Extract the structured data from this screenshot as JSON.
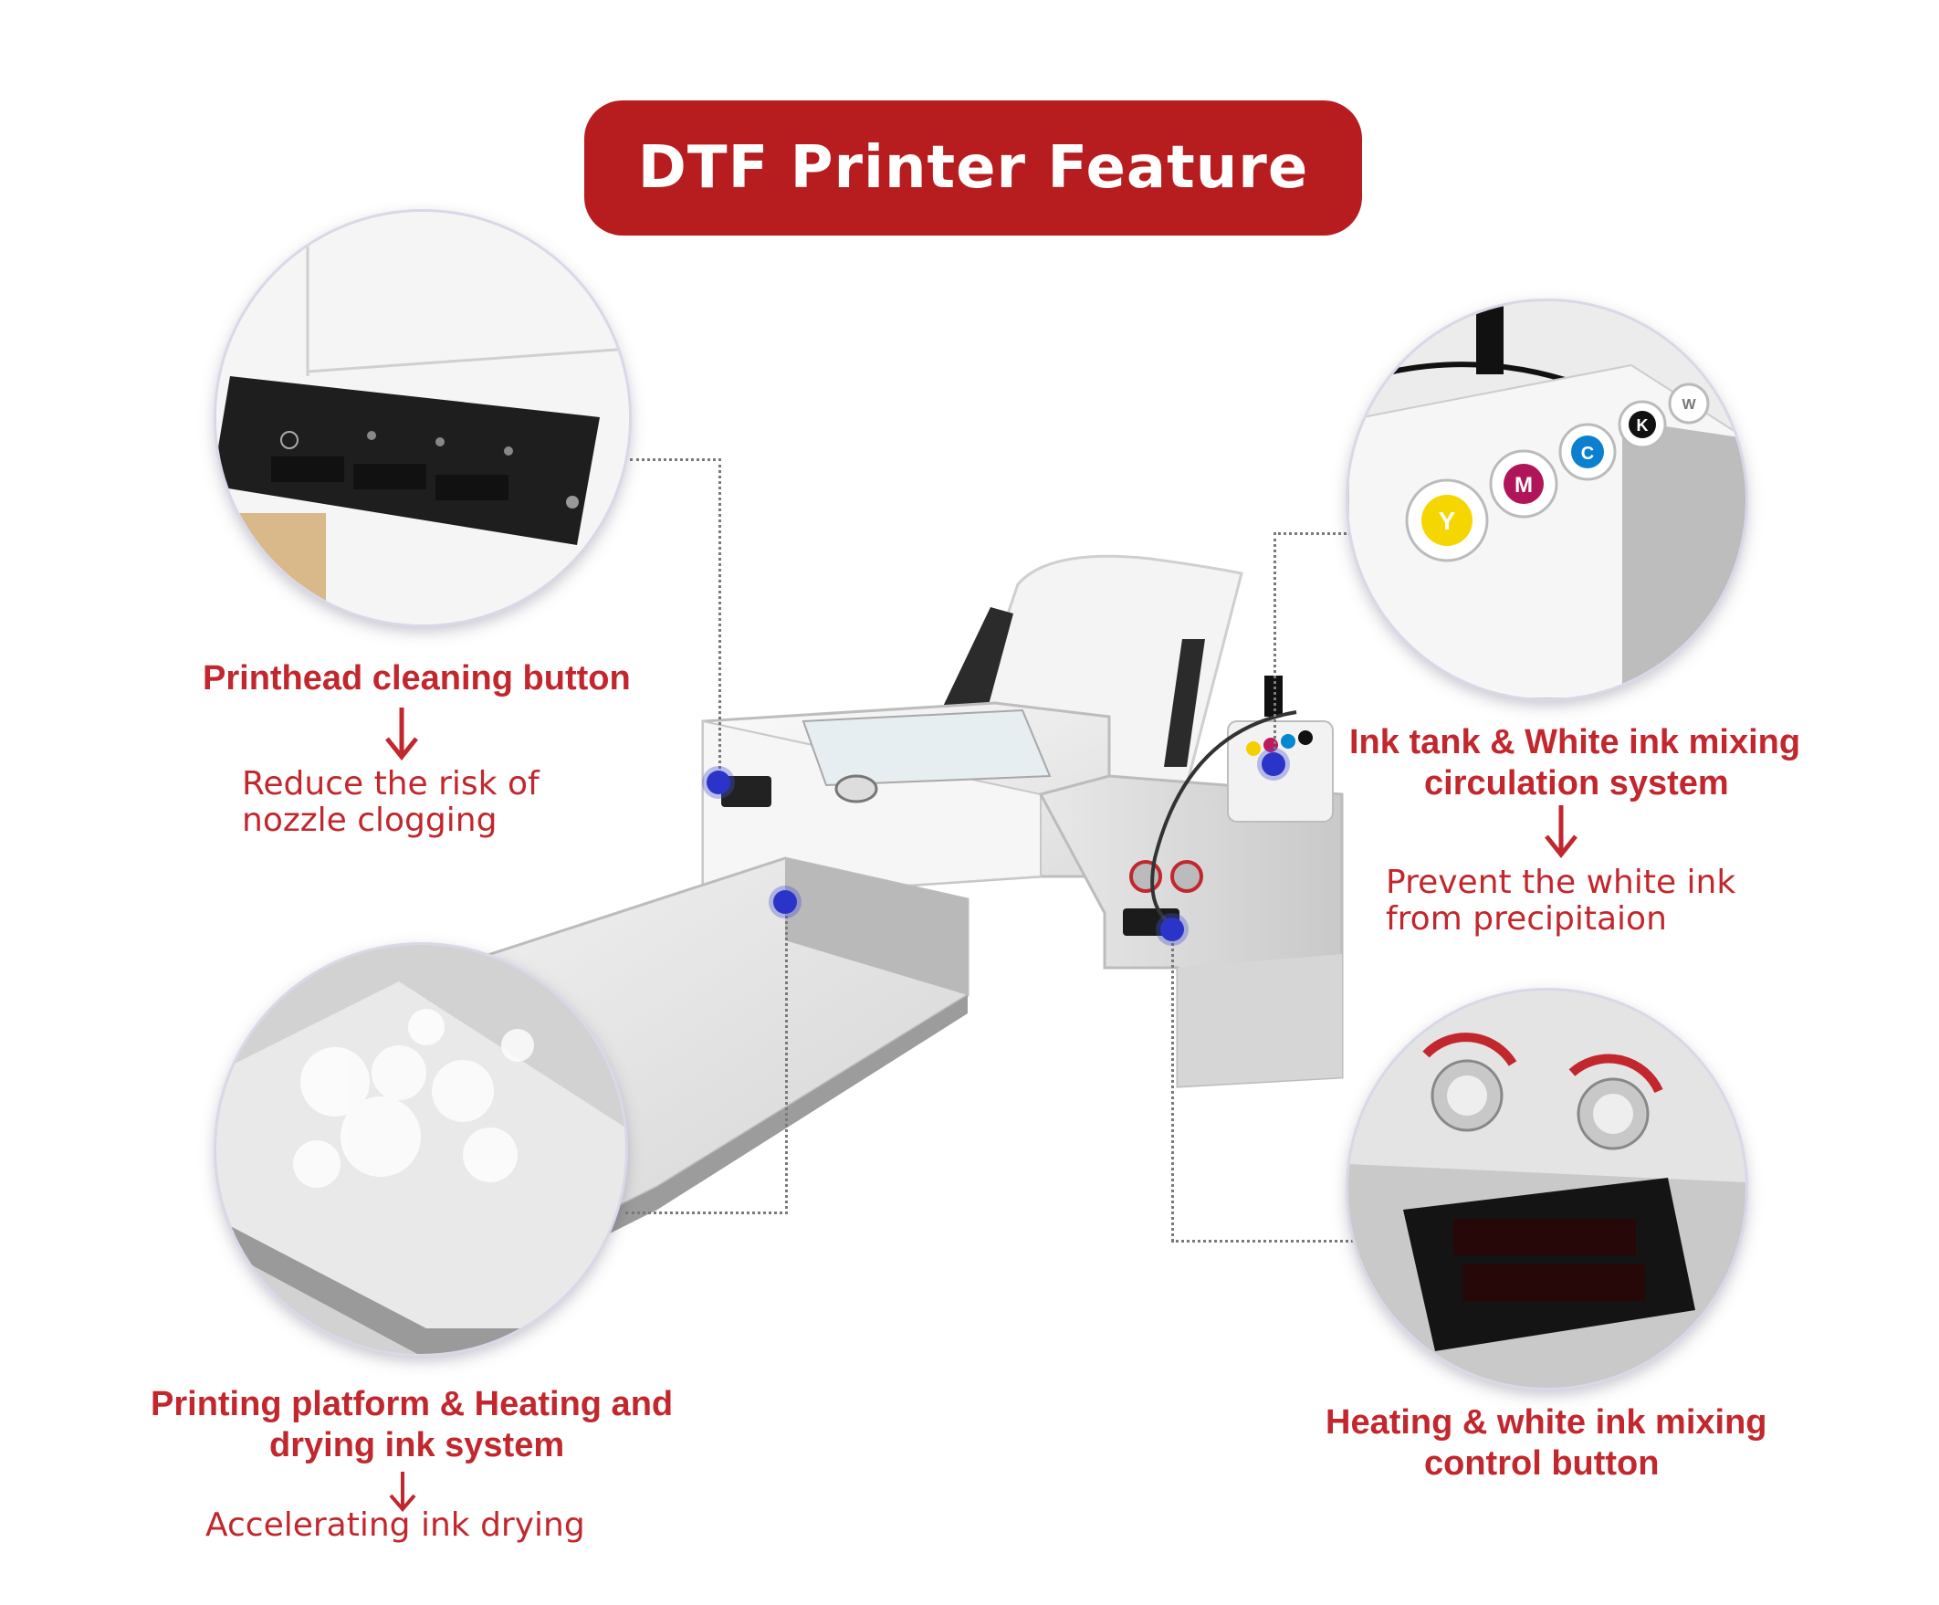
{
  "title": "DTF Printer Feature",
  "features": {
    "printhead": {
      "title": "Printhead cleaning button",
      "benefit_line1": "Reduce the risk of",
      "benefit_line2": "nozzle clogging"
    },
    "ink_tank": {
      "title_line1": "Ink tank & White ink mixing",
      "title_line2": "circulation system",
      "benefit_line1": "Prevent the white ink",
      "benefit_line2": "from precipitaion",
      "tank_labels": [
        "Y",
        "M",
        "C",
        "K",
        "W"
      ]
    },
    "platform": {
      "title_line1": "Printing platform & Heating and",
      "title_line2": "drying ink system",
      "benefit": "Accelerating ink drying"
    },
    "controls": {
      "title_line1": "Heating & white ink mixing",
      "title_line2": "control button"
    }
  },
  "colors": {
    "brand_red": "#b71c1f",
    "label_red": "#c1272d",
    "callout_dot": "#2b34c9"
  }
}
